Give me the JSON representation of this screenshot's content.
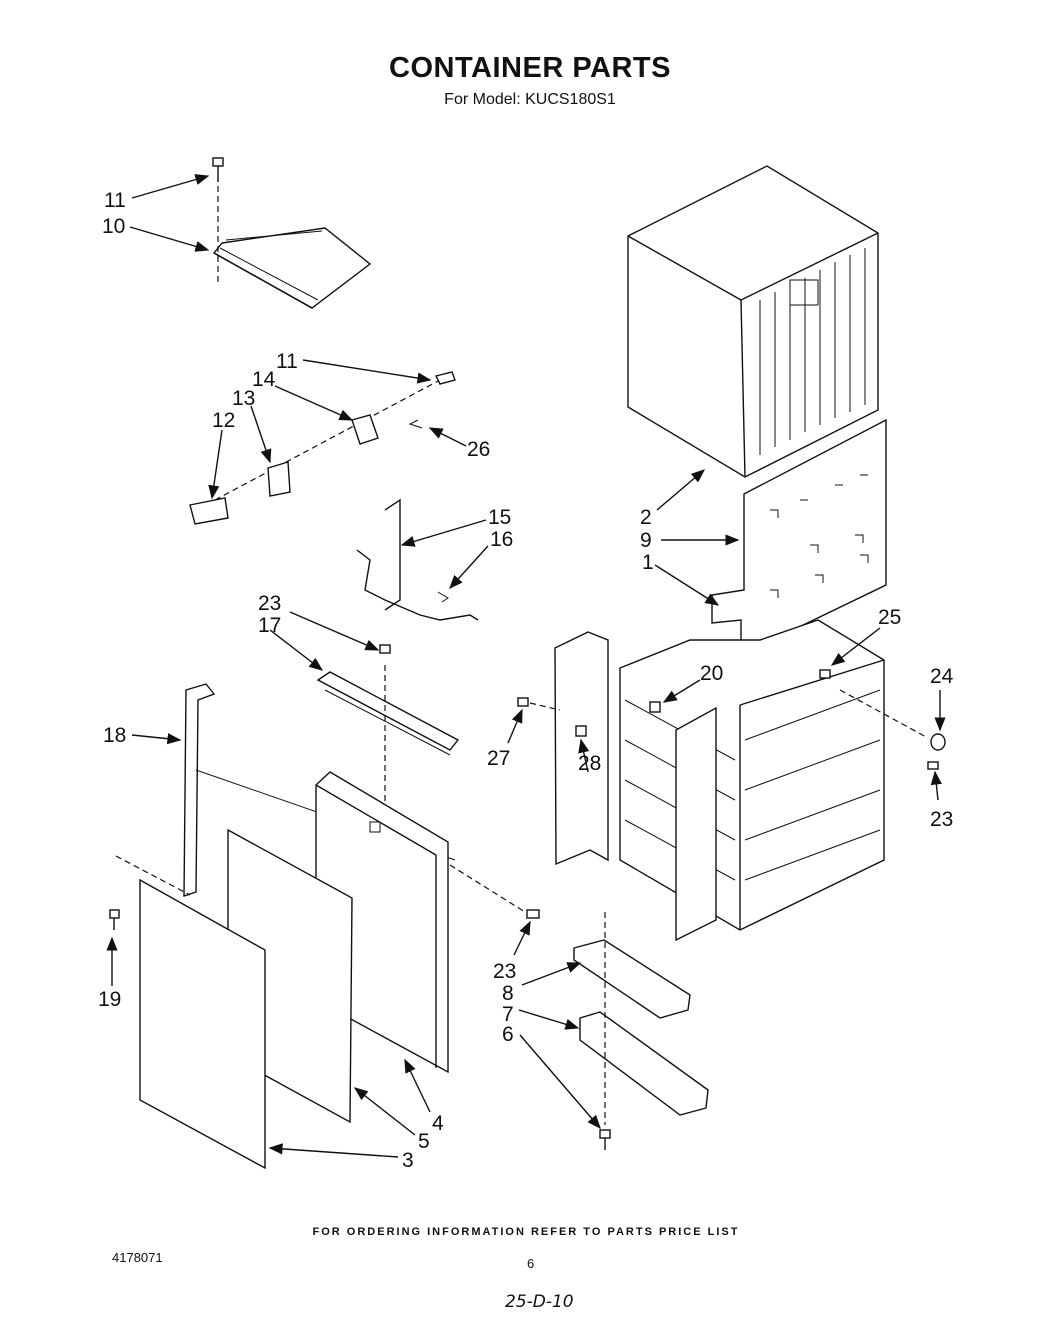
{
  "header": {
    "title": "CONTAINER PARTS",
    "subtitle": "For Model: KUCS180S1"
  },
  "footer": {
    "ordering_note": "FOR ORDERING INFORMATION REFER TO PARTS PRICE LIST",
    "document_number": "4178071",
    "page_number": "6",
    "handwritten_note": "25-D-10"
  },
  "callouts": [
    {
      "id": "c11a",
      "text": "11"
    },
    {
      "id": "c10",
      "text": "10"
    },
    {
      "id": "c11b",
      "text": "11"
    },
    {
      "id": "c14",
      "text": "14"
    },
    {
      "id": "c13",
      "text": "13"
    },
    {
      "id": "c12",
      "text": "12"
    },
    {
      "id": "c26",
      "text": "26"
    },
    {
      "id": "c15",
      "text": "15"
    },
    {
      "id": "c16",
      "text": "16"
    },
    {
      "id": "c23a",
      "text": "23"
    },
    {
      "id": "c17",
      "text": "17"
    },
    {
      "id": "c18",
      "text": "18"
    },
    {
      "id": "c19",
      "text": "19"
    },
    {
      "id": "c2",
      "text": "2"
    },
    {
      "id": "c9",
      "text": "9"
    },
    {
      "id": "c1",
      "text": "1"
    },
    {
      "id": "c25",
      "text": "25"
    },
    {
      "id": "c24",
      "text": "24"
    },
    {
      "id": "c20",
      "text": "20"
    },
    {
      "id": "c27",
      "text": "27"
    },
    {
      "id": "c28",
      "text": "28"
    },
    {
      "id": "c23b",
      "text": "23"
    },
    {
      "id": "c23c",
      "text": "23"
    },
    {
      "id": "c8",
      "text": "8"
    },
    {
      "id": "c7",
      "text": "7"
    },
    {
      "id": "c6",
      "text": "6"
    },
    {
      "id": "c4",
      "text": "4"
    },
    {
      "id": "c5",
      "text": "5"
    },
    {
      "id": "c3",
      "text": "3"
    }
  ]
}
